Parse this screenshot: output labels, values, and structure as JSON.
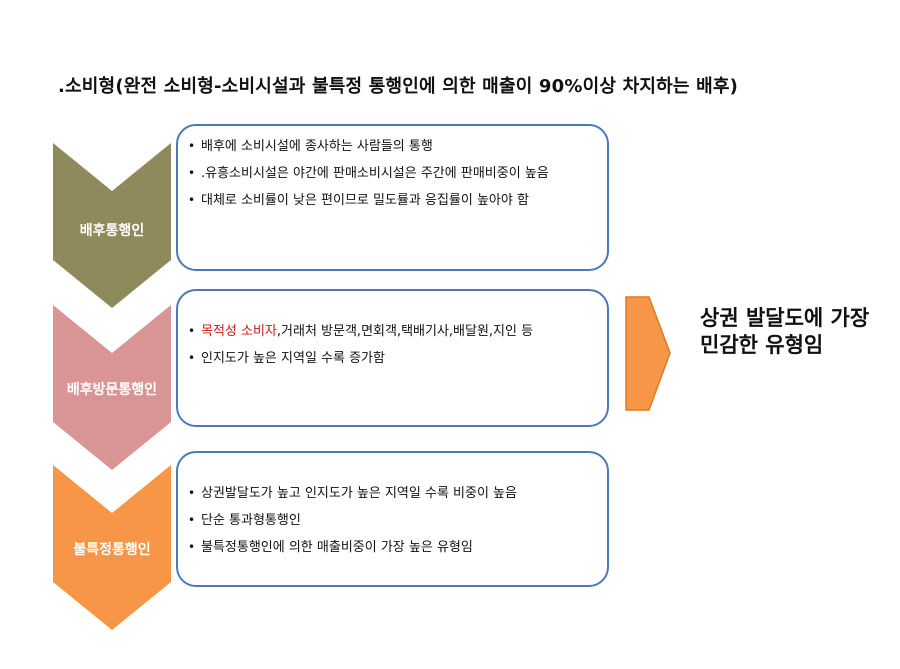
{
  "title": ".소비형(완전 소비형-소비시설과 불특정 통행인에 의한 매출이 90%이상 차지하는 배후)",
  "colors": {
    "olive": "#8e8a5b",
    "pink": "#d99595",
    "orange": "#f79646",
    "box_border": "#4a7ab8",
    "highlight": "#d01818"
  },
  "rows": [
    {
      "label": "배후통행인",
      "items": [
        "배후에 소비시설에 종사하는 사람들의 통행",
        ".유흥소비시설은 야간에 판매소비시설은 주간에 판매비중이 높음",
        "대체로 소비률이 낮은 편이므로 밀도률과 응집률이 높아야 함"
      ]
    },
    {
      "label": "배후방문통행인",
      "item1_highlight": "목적성 소비자",
      "item1_rest": ",거래처 방문객,면회객,택배기사,배달원,지인 등",
      "item2": "인지도가 높은 지역일 수록 증가함"
    },
    {
      "label": "불특정통행인",
      "items": [
        "상권발달도가 높고 인지도가 높은 지역일 수록 비중이 높음",
        "단순 통과형통행인",
        "불특정통행인에 의한 매출비중이 가장 높은 유형임"
      ]
    }
  ],
  "conclusion": "상권 발달도에 가장 민감한 유형임"
}
